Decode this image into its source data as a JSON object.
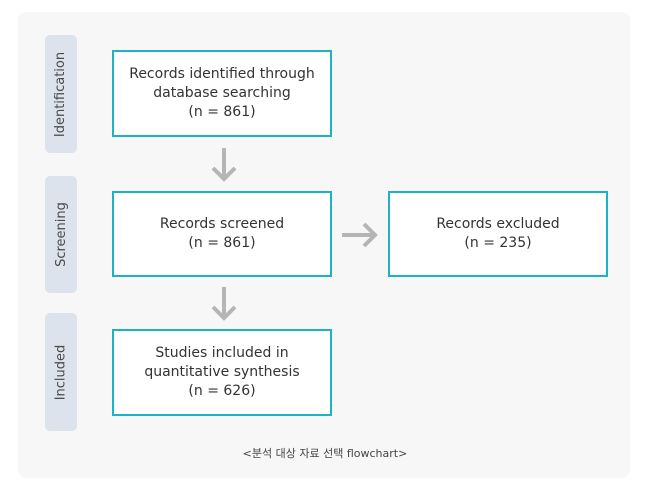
{
  "stages": {
    "identification": "Identification",
    "screening": "Screening",
    "included": "Included"
  },
  "boxes": {
    "identified": {
      "line1": "Records identified through",
      "line2": "database searching",
      "line3": "(n = 861)"
    },
    "screened": {
      "line1": "Records screened",
      "line2": "(n = 861)"
    },
    "excluded": {
      "line1": "Records excluded",
      "line2": "(n = 235)"
    },
    "included": {
      "line1": "Studies included in",
      "line2": "quantitative synthesis",
      "line3": "(n = 626)"
    }
  },
  "caption": "<분석 대상 자료 선택 flowchart>",
  "colors": {
    "box_border": "#1db4c2",
    "stage_bg": "#dde3ec",
    "arrow": "#b5b5b5"
  }
}
